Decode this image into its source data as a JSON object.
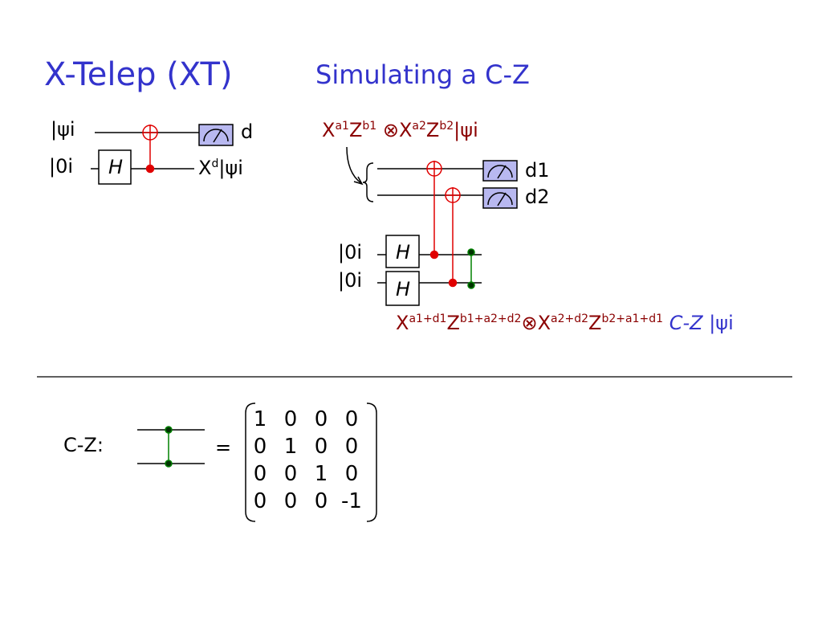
{
  "left_title": "X-Telep (XT)",
  "right_title": "Simulating a C-Z",
  "xt_circuit": {
    "in_psi": "|ψi",
    "in_zero": "|0i",
    "gate_h": "H",
    "out_d": "d",
    "out_x": "X",
    "out_x_sup": "d",
    "out_psi": "|ψi"
  },
  "cz_sim": {
    "top_expr": {
      "x1": "X",
      "a1": "a1",
      "z1": "Z",
      "b1": "b1",
      "tensor": "⊗",
      "x2": "X",
      "a2": "a2",
      "z2": "Z",
      "b2": "b2",
      "psi": "|ψi"
    },
    "d1": "d1",
    "d2": "d2",
    "anc1": "|0i",
    "anc2": "|0i",
    "gate_h1": "H",
    "gate_h2": "H",
    "bottom_expr": {
      "x1": "X",
      "s1": "a1+d1",
      "z1": "Z",
      "s2": "b1+a2+d2",
      "tensor": "⊗",
      "x2": "X",
      "s3": "a2+d2",
      "z2": "Z",
      "s4": "b2+a1+d1",
      "cz": "C-Z",
      "psi": "|ψi"
    }
  },
  "cz_def": {
    "label": "C-Z:",
    "equals": "=",
    "matrix": [
      [
        "1",
        "0",
        "0",
        "0"
      ],
      [
        "0",
        "1",
        "0",
        "0"
      ],
      [
        "0",
        "0",
        "1",
        "0"
      ],
      [
        "0",
        "0",
        "0",
        "-1"
      ]
    ]
  },
  "colors": {
    "title": "#3333cc",
    "red_wire": "#e00000",
    "green_wire": "#008000",
    "meter_fill": "#b8b8f0",
    "expr_red": "#8b0000"
  }
}
